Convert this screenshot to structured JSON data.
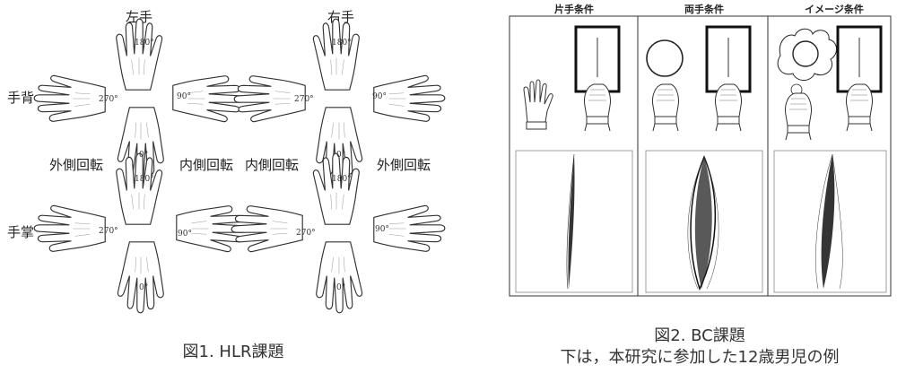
{
  "figure1": {
    "header_left": "左手",
    "header_right": "右手",
    "row_back": "手背",
    "row_palm": "手掌",
    "lateral_left": "外側回転",
    "medial_left": "内側回転",
    "medial_right": "内側回転",
    "lateral_right": "外側回転",
    "angles": {
      "a180": "180°",
      "a270": "270°",
      "a90": "90°",
      "a0": "0°"
    },
    "caption": "図1. HLR課題"
  },
  "figure2": {
    "panel_titles": [
      "片手条件",
      "両手条件",
      "イメージ条件"
    ],
    "caption_line1": "図2. BC課題",
    "caption_line2": "下は，本研究に参加した12歳男児の例"
  }
}
